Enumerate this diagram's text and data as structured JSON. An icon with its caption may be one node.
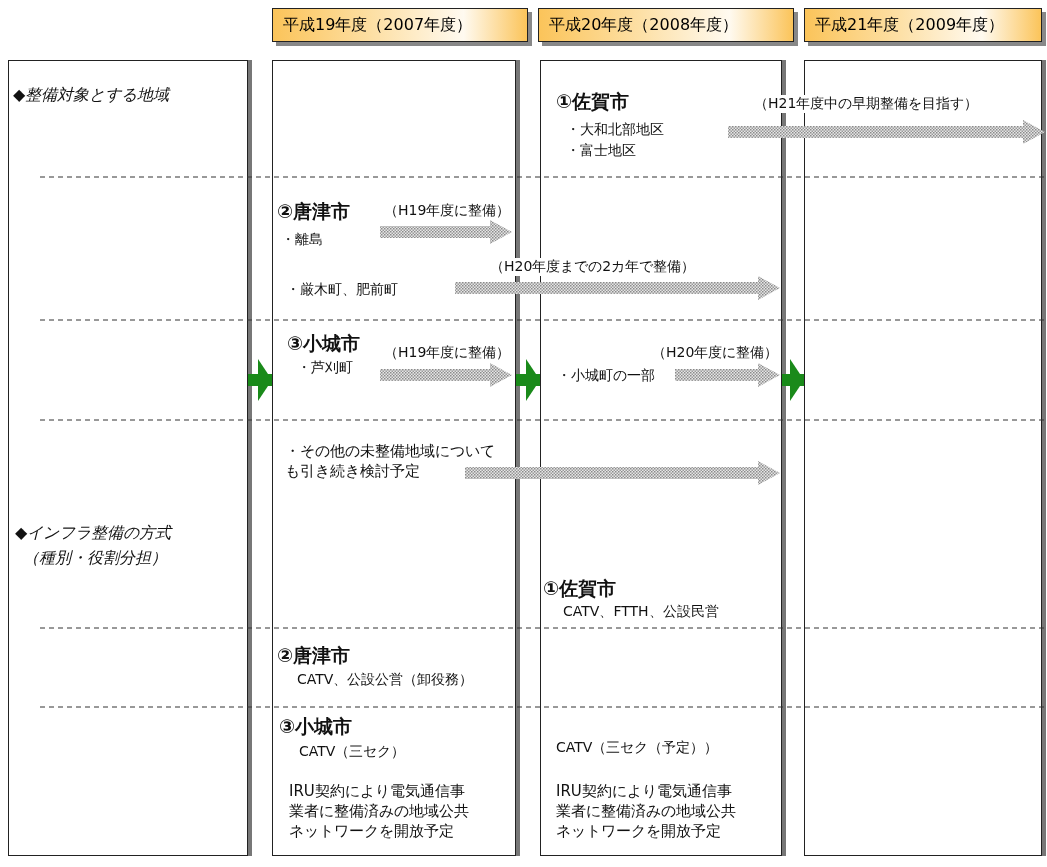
{
  "diagram": {
    "nodes": [
      {
        "text": [
          "平成19年度（2007年度）"
        ]
      },
      {
        "text": [
          "平成20年度（2008年度）"
        ]
      },
      {
        "text": [
          "平成21年度（2009年度）"
        ]
      },
      {
        "text": [
          "◆整備対象とする地域",
          "◆インフラ整備の方式",
          "（種別・役割分担）"
        ]
      },
      {
        "text": [
          "②唐津市",
          "・離島",
          "・厳木町、肥前町",
          "③小城市",
          "・芦刈町",
          "・その他の未整備地域についても引き続き検討予定",
          "②唐津市",
          "CATV、公設公営（卸役務）",
          "③小城市",
          "CATV（三セク）",
          "IRU契約により電気通信事業者に整備済みの地域公共ネットワークを開放予定"
        ]
      },
      {
        "text": [
          "①佐賀市",
          "・大和北部地区",
          "・富士地区",
          "・小城町の一部",
          "①佐賀市",
          "CATV、FTTH、公設民営",
          "CATV（三セク（予定））",
          "IRU契約により電気通信事業者に整備済みの地域公共ネットワークを開放予定"
        ]
      },
      {
        "text": [],
        "shape": "box"
      }
    ],
    "edges": [
      {
        "from": 3,
        "to": 4,
        "arrow": "to"
      },
      {
        "from": 4,
        "to": 5,
        "arrow": "to"
      },
      {
        "from": 5,
        "to": 6,
        "arrow": "to"
      }
    ],
    "labels": [
      "（H21年度中の早期整備を目指す）",
      "（H19年度に整備）",
      "（H20年度までの2カ年で整備）",
      "（H19年度に整備）",
      "（H20年度に整備）"
    ]
  }
}
